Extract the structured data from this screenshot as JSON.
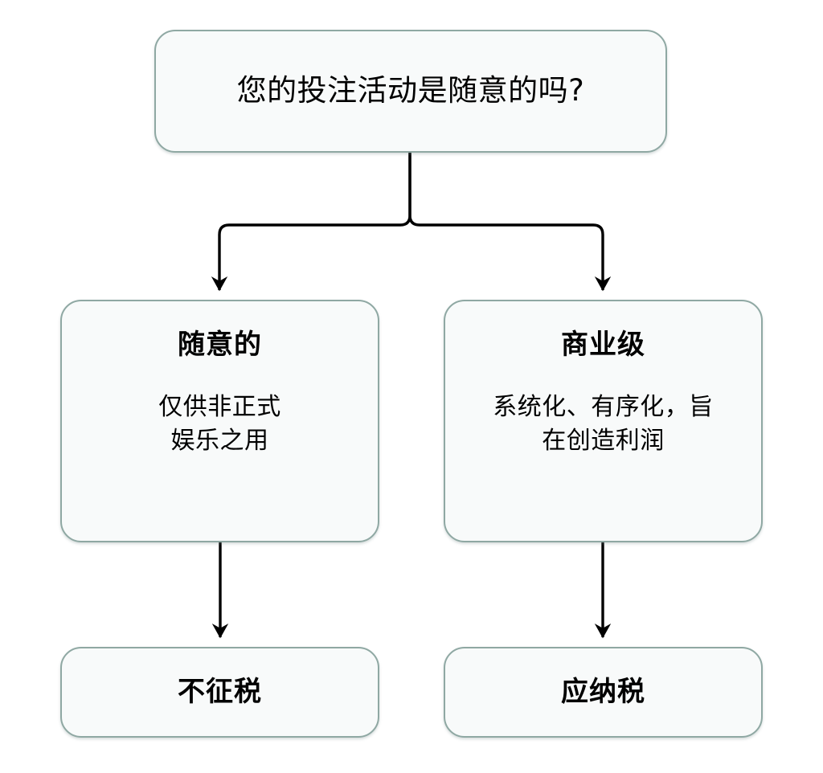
{
  "diagram": {
    "type": "decision-flowchart",
    "title_text": "您的投注活动是随意的吗?",
    "style": {
      "border_color": "#8fa8a3",
      "fill_color": "#f8fafa",
      "text_color": "#000000",
      "connector_color": "#000000",
      "background_color": "#ffffff"
    },
    "nodes": {
      "question": {
        "id": "q-betting-casual",
        "text": "您的投注活动是随意的吗?"
      },
      "casual": {
        "id": "branch-casual",
        "title": "随意的",
        "body_line1": "仅供非正式",
        "body_line2": "娱乐之用"
      },
      "commercial": {
        "id": "branch-commercial",
        "title": "商业级",
        "body_line1": "系统化、有序化，旨",
        "body_line2": "在创造利润"
      },
      "not_taxed": {
        "id": "outcome-not-taxed",
        "title": "不征税"
      },
      "taxable": {
        "id": "outcome-taxable",
        "title": "应纳税"
      }
    },
    "edges": [
      {
        "from": "question",
        "to": "casual",
        "shape": "split-left"
      },
      {
        "from": "question",
        "to": "commercial",
        "shape": "split-right"
      },
      {
        "from": "casual",
        "to": "not_taxed",
        "shape": "straight"
      },
      {
        "from": "commercial",
        "to": "taxable",
        "shape": "straight"
      }
    ]
  }
}
